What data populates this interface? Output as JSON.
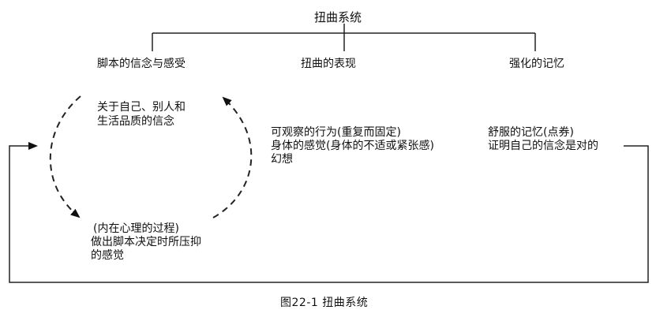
{
  "diagram": {
    "title": "扭曲系统",
    "branches": {
      "beliefs": "脚本的信念与感受",
      "manifestations": "扭曲的表现",
      "memories": "强化的记忆"
    },
    "beliefs_top": [
      "关于自己、别人和",
      "生活品质的信念"
    ],
    "beliefs_bottom": [
      "(内在心理的过程)",
      "做出脚本决定时所压抑",
      "的感觉"
    ],
    "manifestations_items": [
      "可观察的行为(重复而固定)",
      "身体的感觉(身体的不适或紧张感)",
      "幻想"
    ],
    "memories_items": [
      "舒服的记忆(点券)",
      "证明自己的信念是对的"
    ],
    "caption": "图22-1  扭曲系统"
  }
}
